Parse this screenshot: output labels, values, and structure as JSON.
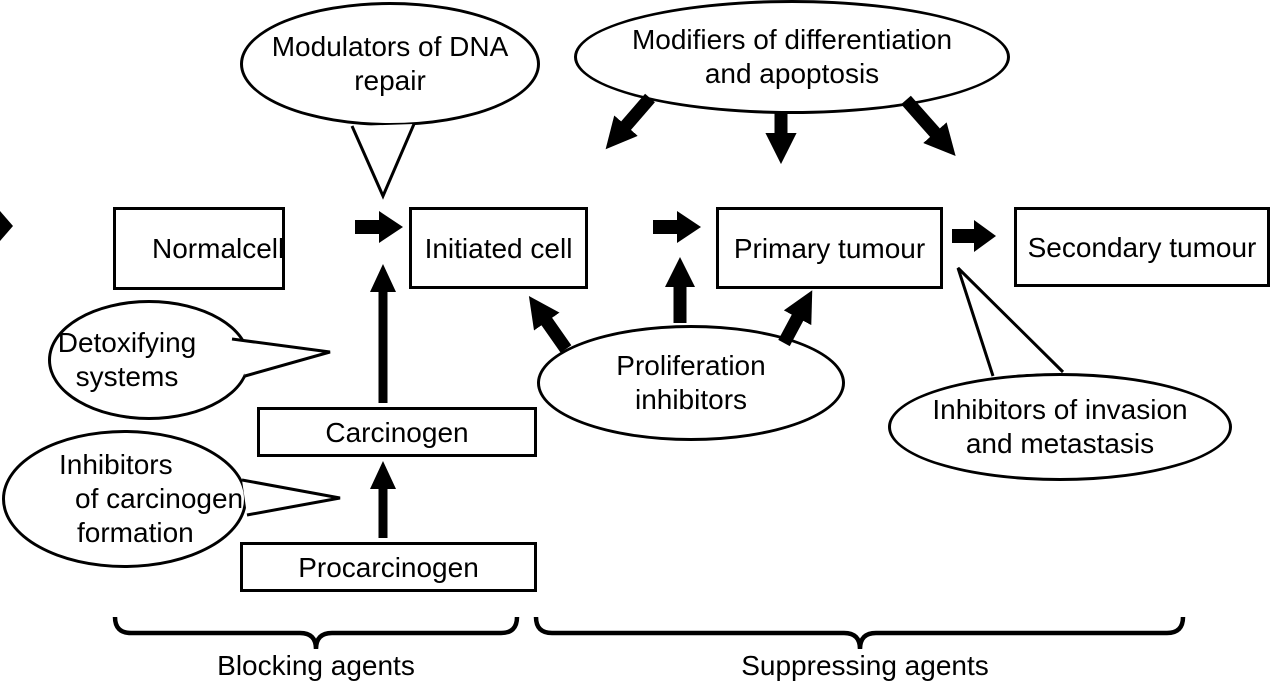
{
  "diagram": {
    "boxes": {
      "normal_cell": {
        "line1": "Normal",
        "line2": "cell"
      },
      "initiated_cell": {
        "label": "Initiated cell"
      },
      "primary_tumour": {
        "label": "Primary tumour"
      },
      "secondary_tumour": {
        "label": "Secondary tumour"
      },
      "carcinogen": {
        "label": "Carcinogen"
      },
      "procarcinogen": {
        "label": "Procarcinogen"
      }
    },
    "bubbles": {
      "modulators": {
        "line1": "Modulators of DNA",
        "line2": "repair"
      },
      "modifiers": {
        "line1": "Modifiers of differentiation",
        "line2": "and apoptosis"
      },
      "detoxifying": {
        "line1": "Detoxifying",
        "line2": "systems"
      },
      "carcinogen_formation": {
        "line1": "Inhibitors",
        "line2": "of carcinogen",
        "line3": "formation"
      },
      "proliferation": {
        "line1": "Proliferation",
        "line2": "inhibitors"
      },
      "invasion": {
        "line1": "Inhibitors of invasion",
        "line2": "and metastasis"
      }
    },
    "groups": {
      "blocking": "Blocking agents",
      "suppressing": "Suppressing agents"
    },
    "colors": {
      "ink": "#000000",
      "background": "#ffffff"
    }
  }
}
